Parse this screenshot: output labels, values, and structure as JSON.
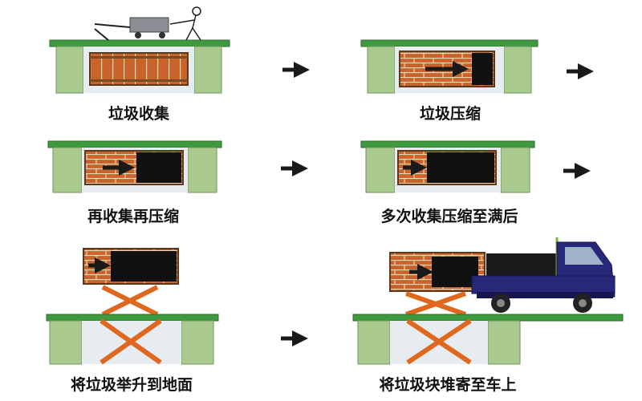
{
  "steps": [
    {
      "label": "垃圾收集"
    },
    {
      "label": "垃圾压缩"
    },
    {
      "label": "再收集再压缩"
    },
    {
      "label": "多次收集压缩至满后"
    },
    {
      "label": "将垃圾举升到地面"
    },
    {
      "label": "将垃圾块堆寄至车上"
    }
  ],
  "colors": {
    "ground": "#3f9a3f",
    "ground_dark": "#2d6b2d",
    "pit_wall": "#a9c98f",
    "pit_wall_edge": "#6f9560",
    "pit_interior": "#e6ecef",
    "brick": "#c8632c",
    "brick_mortar": "#f0d3b0",
    "frame": "#5a3a1a",
    "garbage": "#111111",
    "scissor": "#e0681e",
    "truck_body": "#27287a",
    "truck_cargo": "#1a1a1a",
    "arrow": "#1a1a1a"
  }
}
